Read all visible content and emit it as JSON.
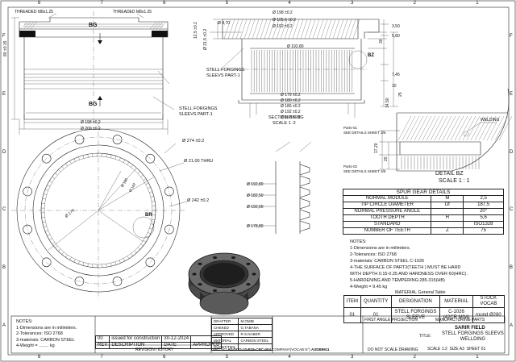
{
  "border": {
    "columns_top": [
      "8",
      "7",
      "6",
      "5",
      "4",
      "3",
      "2",
      "1"
    ],
    "rows_left": [
      "F",
      "E",
      "D",
      "C",
      "B",
      "A"
    ]
  },
  "left_view": {
    "thread_a": "THREADED M8x1.25",
    "thread_b": "THREADED M8x1.25",
    "section_label_top": "BG",
    "section_label_bottom": "BG",
    "dim_side": "80 ±0.15",
    "dim_bottom_a": "Ø 198 ±0.2",
    "dim_bottom_b": "Ø 209 ±0.2",
    "note_part1": "STELL FORGINGS\nSLEEVS PART-1"
  },
  "section_view": {
    "dims_top": [
      "Ø 198 ±0.2",
      "Ø 195.6 ±0.2",
      "Ø 192 ±0.2",
      "Ø 192.80"
    ],
    "dims_bottom": [
      "Ø 179 ±0.2",
      "Ø 180 ±0.2",
      "Ø 186 ±0.2",
      "Ø 192 ±0.2",
      "Ø 193 ±0.2"
    ],
    "dims_right": [
      "3,50",
      "5,80",
      "30",
      "7,45",
      "10",
      "14,50",
      "25"
    ],
    "dim_left_a": "Ø 4,70",
    "dim_left_b": "12,5 ±0.2",
    "dim_left_c": "Ø 21,5 ±0.2",
    "bz_label": "BZ",
    "title": "SECTION BG-BG",
    "scale": "SCALE 1 :2",
    "note_part1": "STELL FORGINGS\nSLEEVS PART-1"
  },
  "detail_view": {
    "parts_01": "Parts-01",
    "see_01": "SEE DETAILS SHEET 3/6",
    "parts_02": "Parts-02",
    "see_02": "SEE DETAILS SHEET 3/6",
    "welding": "WELDING",
    "dim_a": "17,20",
    "dim_b": "20",
    "title": "DETAIL BZ",
    "scale": "SCALE 1 : 1"
  },
  "front_view": {
    "d_outer": "Ø 274 ±0.2",
    "d_holes": "Ø 21.00 THRU",
    "d_pcd": "Ø 242 ±0.2",
    "d_179": "Ø 179",
    "d_180": "Ø 180",
    "d_182": "Ø 182",
    "br": "BR"
  },
  "gear_profile": {
    "labels": [
      "Ø 192,80",
      "Ø 182,50",
      "Ø 192,00",
      "Ø 178,80"
    ]
  },
  "spur_gear": {
    "title": "SPUR GEAR DETAILS",
    "rows": [
      {
        "name": "NORMAL MODULE",
        "sym": "M",
        "val": "2,5"
      },
      {
        "name": "TIP CIRCLE DIAMETER",
        "sym": "Df",
        "val": "187,5"
      },
      {
        "name": "NORMAL PRESSURE ANGLE",
        "sym": "",
        "val": "20°"
      },
      {
        "name": "TOOTH DEPTH",
        "sym": "H",
        "val": "5,6"
      },
      {
        "name": "STANDARD",
        "sym": "",
        "val": "ISO1328"
      },
      {
        "name": "NUMBER OF TEETH",
        "sym": "Z",
        "val": "75"
      }
    ]
  },
  "notes_right": {
    "title": "NOTES:",
    "lines": [
      "1-Dimensions are in milimiters.",
      "2-Tolerances: ISO 2768",
      "3-materials: CARBON STEEL C-1026",
      "4-THE SURFACE OF PART2(TEETH ) MUST BE HARD",
      "WITH DEPTH 0.15-0.25 AND HARDNESS OVER 60(HRC) .",
      "5-HARDENING AND TEMPERING:285-315(HB)",
      "4-Weight = 9.45 kg"
    ]
  },
  "material_table": {
    "caption": "MATERIAL General Table",
    "headers": [
      "ITEM",
      "QUANTITY",
      "DESIGNATION",
      "MATERIAL",
      "STOCK\nVOCAB"
    ],
    "row": [
      "01",
      "01",
      "STELL FORGINGS\nSLEEVE",
      "C-1026\n(42CR M04)",
      "round Ø280"
    ]
  },
  "notes_left": {
    "title": "NOTES:",
    "lines": [
      "1-Dimensions are in milimiters.",
      "2-Tolerances: ISO 2768",
      "3-materials: CARBON STEEL",
      "4-Weight = ........ kg"
    ]
  },
  "revision": {
    "rev_no": "00",
    "desc": "issued for construction",
    "date": "30-12-2024",
    "headers": [
      "REV",
      "DESCRIPTION",
      "DATE",
      "APPROVED"
    ],
    "title": "REVISION HISTORY"
  },
  "title_block": {
    "roles": [
      "DRAFTER",
      "CHEKED",
      "APPROVED",
      "MATERIAL",
      "QUANTITIES"
    ],
    "names": [
      "M.OMIB",
      "G.TABANA",
      "R.S.NABER",
      "CARBON STEEL",
      ""
    ],
    "first_angle": "FIRST ANGLE PROJECTION",
    "manufacturing": "MANUFACTURING PARTS",
    "company_label": "COMPANY(VOCAB N°)",
    "dwg_label": "DWG NO",
    "dwg_no": "A0-DCO-10-B26-CBC-004",
    "company_no": "ASDB9911",
    "field": "SARIR FIELD",
    "title_label": "TITLE:",
    "title_l1": "STELL FORGINGS SLEEVS",
    "title_l2": "WELLDING",
    "do_not_scale": "DO NOT SCALE DRAWING",
    "scale_label": "SCALE",
    "scale_val": "1:2",
    "size_label": "SIZE",
    "size_val": "A3",
    "sheet_label": "SHEET",
    "sheet_val": "01"
  }
}
